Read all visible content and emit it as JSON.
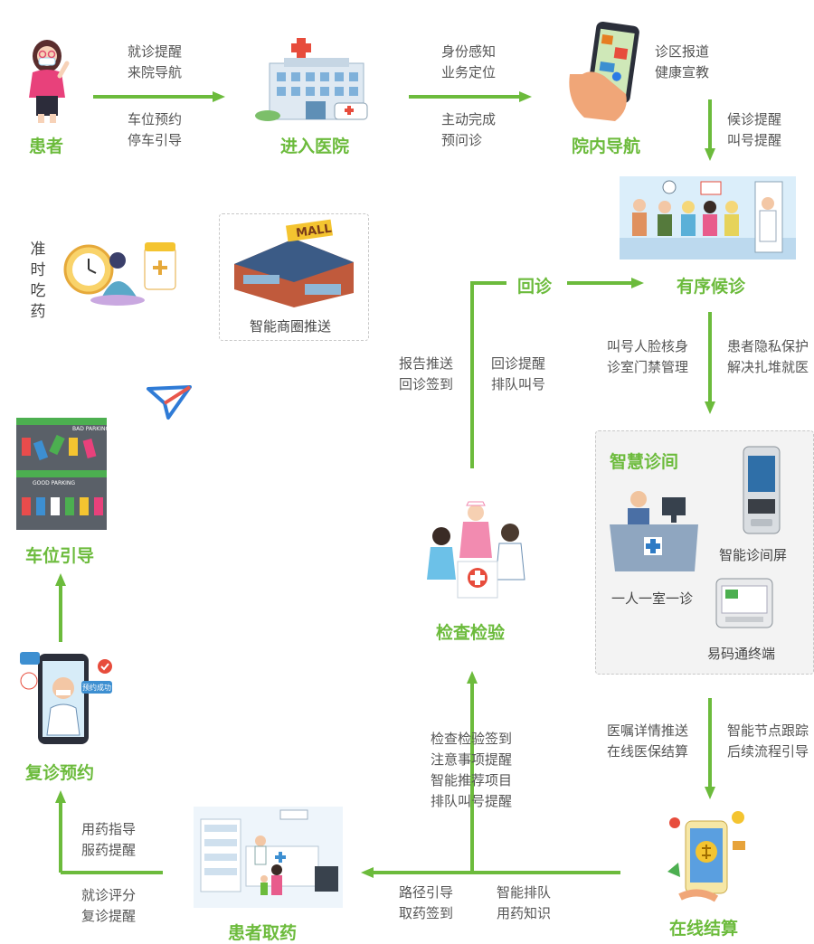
{
  "colors": {
    "accent_green": "#6cbb3c",
    "text_gray": "#555555",
    "dash_gray": "#c8c8c8",
    "hospital_blue": "#4a90c8",
    "nurse_pink": "#f28bb0"
  },
  "nodes": {
    "patient": "患者",
    "enter_hospital": "进入医院",
    "indoor_nav": "院内导航",
    "orderly_wait": "有序候诊",
    "smart_room": "智慧诊间",
    "exam": "检查检验",
    "payment": "在线结算",
    "pickup_drug": "患者取药",
    "followup_booking": "复诊预约",
    "parking_guide": "车位引导",
    "revisit": "回诊"
  },
  "notes": {
    "p_to_h_top": [
      "就诊提醒",
      "来院导航"
    ],
    "p_to_h_bottom": [
      "车位预约",
      "停车引导"
    ],
    "h_to_n_top": [
      "身份感知",
      "业务定位"
    ],
    "h_to_n_bottom": [
      "主动完成",
      "预问诊"
    ],
    "nav_right": [
      "诊区报道",
      "健康宣教"
    ],
    "nav_down": [
      "候诊提醒",
      "叫号提醒"
    ],
    "wait_left": [
      "叫号人脸核身",
      "诊室门禁管理"
    ],
    "wait_right": [
      "患者隐私保护",
      "解决扎堆就医"
    ],
    "room_left": [
      "医嘱详情推送",
      "在线医保结算"
    ],
    "room_right": [
      "智能节点跟踪",
      "后续流程引导"
    ],
    "exam_left": [
      "报告推送",
      "回诊签到"
    ],
    "exam_right": [
      "回诊提醒",
      "排队叫号"
    ],
    "exam_bottom": [
      "检查检验签到",
      "注意事项提醒",
      "智能推荐项目",
      "排队叫号提醒"
    ],
    "pay_left_a": [
      "路径引导",
      "取药签到"
    ],
    "pay_left_b": [
      "智能排队",
      "用药知识"
    ],
    "drug_up_a": [
      "用药指导",
      "服药提醒"
    ],
    "drug_up_b": [
      "就诊评分",
      "复诊提醒"
    ]
  },
  "smart_room": {
    "one_room": "一人一室一诊",
    "screen": "智能诊间屏",
    "terminal": "易码通终端"
  },
  "mall": {
    "caption": "智能商圈推送",
    "sign": "MALL"
  },
  "medicine": {
    "vertical": [
      "准",
      "时",
      "吃",
      "药"
    ]
  },
  "parking": {
    "bad": "BAD PARKING",
    "good": "GOOD PARKING"
  },
  "phone_badge": "预约成功"
}
